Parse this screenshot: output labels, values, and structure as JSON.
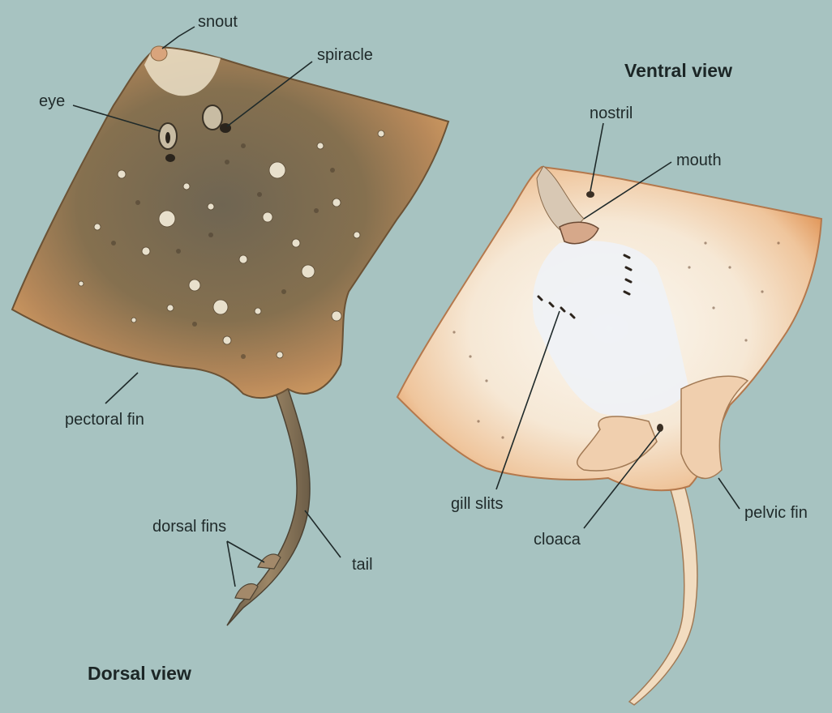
{
  "diagram": {
    "views": {
      "dorsal": "Dorsal view",
      "ventral": "Ventral view"
    },
    "labels": {
      "snout": "snout",
      "spiracle": "spiracle",
      "eye": "eye",
      "pectoral_fin": "pectoral fin",
      "dorsal_fins": "dorsal fins",
      "tail": "tail",
      "nostril": "nostril",
      "mouth": "mouth",
      "gill_slits": "gill slits",
      "cloaca": "cloaca",
      "pelvic_fin": "pelvic fin"
    },
    "colors": {
      "background": "#a7c3c1",
      "dorsal_body": "#7d6a4f",
      "dorsal_rim": "#c9955e",
      "ventral_body": "#f4e6d4",
      "ventral_rim": "#e0a36a",
      "leader_lines": "#1f2a2a"
    }
  }
}
